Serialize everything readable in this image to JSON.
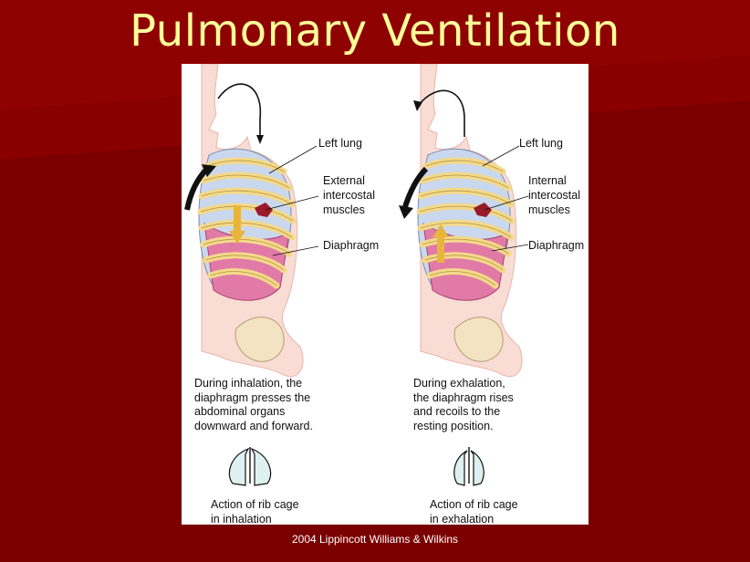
{
  "slide": {
    "title": "Pulmonary Ventilation",
    "credit": "2004 Lippincott Williams & Wilkins"
  },
  "inhalation": {
    "label_lung": "Left lung",
    "label_muscle_1": "External",
    "label_muscle_2": "intercostal",
    "label_muscle_3": "muscles",
    "label_diaphragm": "Diaphragm",
    "caption_1": "During inhalation, the",
    "caption_2": "diaphragm presses the",
    "caption_3": "abdominal organs",
    "caption_4": "downward and forward.",
    "rib_caption_1": "Action of rib cage",
    "rib_caption_2": "in inhalation"
  },
  "exhalation": {
    "label_lung": "Left lung",
    "label_muscle_1": "Internal",
    "label_muscle_2": "intercostal",
    "label_muscle_3": "muscles",
    "label_diaphragm": "Diaphragm",
    "caption_1": "During exhalation,",
    "caption_2": "the diaphragm rises",
    "caption_3": "and recoils to the",
    "caption_4": "resting position.",
    "rib_caption_1": "Action of rib cage",
    "rib_caption_2": "in exhalation"
  },
  "colors": {
    "background": "#7a0000",
    "title": "#ffff99",
    "skin": "#f9dcd4",
    "rib": "#f3d98a",
    "lung": "#c9d8ef",
    "diaphragm": "#e27aa8",
    "arrow": "#e8b43a"
  }
}
